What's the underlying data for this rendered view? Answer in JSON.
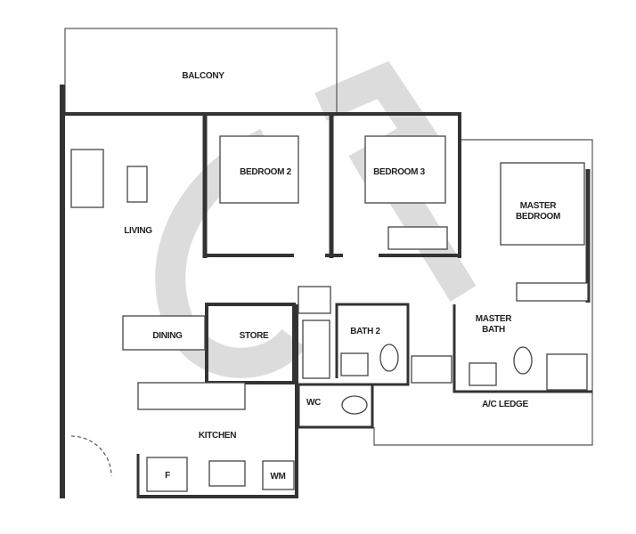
{
  "rooms": {
    "balcony": "BALCONY",
    "living": "LIVING",
    "bedroom2": "BEDROOM 2",
    "bedroom3": "BEDROOM 3",
    "master_bedroom_line1": "MASTER",
    "master_bedroom_line2": "BEDROOM",
    "dining": "DINING",
    "store": "STORE",
    "bath2": "BATH 2",
    "master_bath_line1": "MASTER",
    "master_bath_line2": "BATH",
    "wc": "WC",
    "ac_ledge": "A/C LEDGE",
    "kitchen": "KITCHEN"
  },
  "appliances": {
    "fridge": "F",
    "washing_machine": "WM"
  },
  "colors": {
    "wall": "#333333",
    "watermark": "#d9d9d9"
  }
}
